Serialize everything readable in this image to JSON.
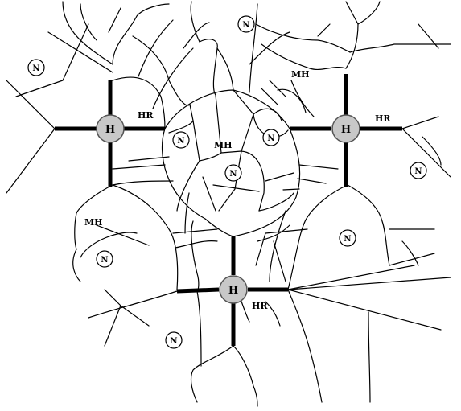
{
  "hubs": [
    {
      "id": "hub-left",
      "label": "H"
    },
    {
      "id": "hub-right",
      "label": "H"
    },
    {
      "id": "hub-bottom",
      "label": "H"
    }
  ],
  "nodes": [
    {
      "id": "node-1",
      "label": "N"
    },
    {
      "id": "node-2",
      "label": "N"
    },
    {
      "id": "node-3",
      "label": "N"
    },
    {
      "id": "node-4",
      "label": "N"
    },
    {
      "id": "node-5",
      "label": "N"
    },
    {
      "id": "node-6",
      "label": "N"
    },
    {
      "id": "node-7",
      "label": "N"
    },
    {
      "id": "node-8",
      "label": "N"
    },
    {
      "id": "node-9",
      "label": "N"
    }
  ],
  "labels": {
    "hr_left": "HR",
    "hr_right": "HR",
    "hr_bottom": "HR",
    "mh_top": "MH",
    "mh_center": "MH",
    "mh_left": "MH"
  }
}
